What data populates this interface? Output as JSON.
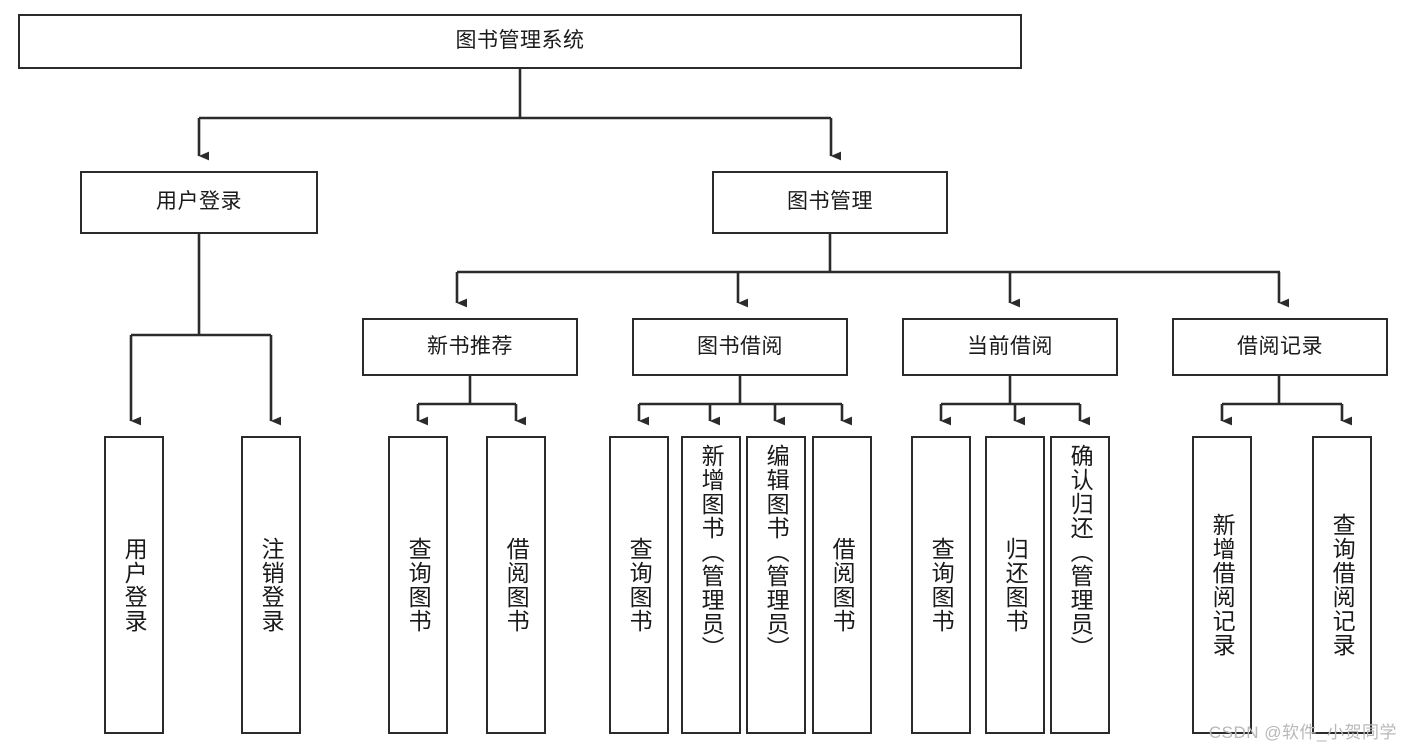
{
  "diagram": {
    "type": "tree-hierarchy-flowchart",
    "title": "图书管理系统",
    "colors": {
      "background": "#ffffff",
      "node_border": "#2b2b2b",
      "node_fill": "#ffffff",
      "connector": "#2b2b2b",
      "watermark": "#b8b8b8"
    },
    "root": {
      "label": "图书管理系统"
    },
    "level2": [
      {
        "label": "用户登录"
      },
      {
        "label": "图书管理"
      }
    ],
    "level3": [
      {
        "label": "新书推荐"
      },
      {
        "label": "图书借阅"
      },
      {
        "label": "当前借阅"
      },
      {
        "label": "借阅记录"
      }
    ],
    "leaves": {
      "user_login": [
        {
          "label": "用户登录"
        },
        {
          "label": "注销登录"
        }
      ],
      "new_book_recommend": [
        {
          "label": "查询图书"
        },
        {
          "label": "借阅图书"
        }
      ],
      "book_borrow": [
        {
          "label": "查询图书"
        },
        {
          "label": "新增图书（管理员）"
        },
        {
          "label": "编辑图书（管理员）"
        },
        {
          "label": "借阅图书"
        }
      ],
      "current_borrow": [
        {
          "label": "查询图书"
        },
        {
          "label": "归还图书"
        },
        {
          "label": "确认归还（管理员）"
        }
      ],
      "borrow_record": [
        {
          "label": "新增借阅记录"
        },
        {
          "label": "查询借阅记录"
        }
      ]
    }
  },
  "watermark": {
    "text": "CSDN @软件_小贺同学"
  }
}
